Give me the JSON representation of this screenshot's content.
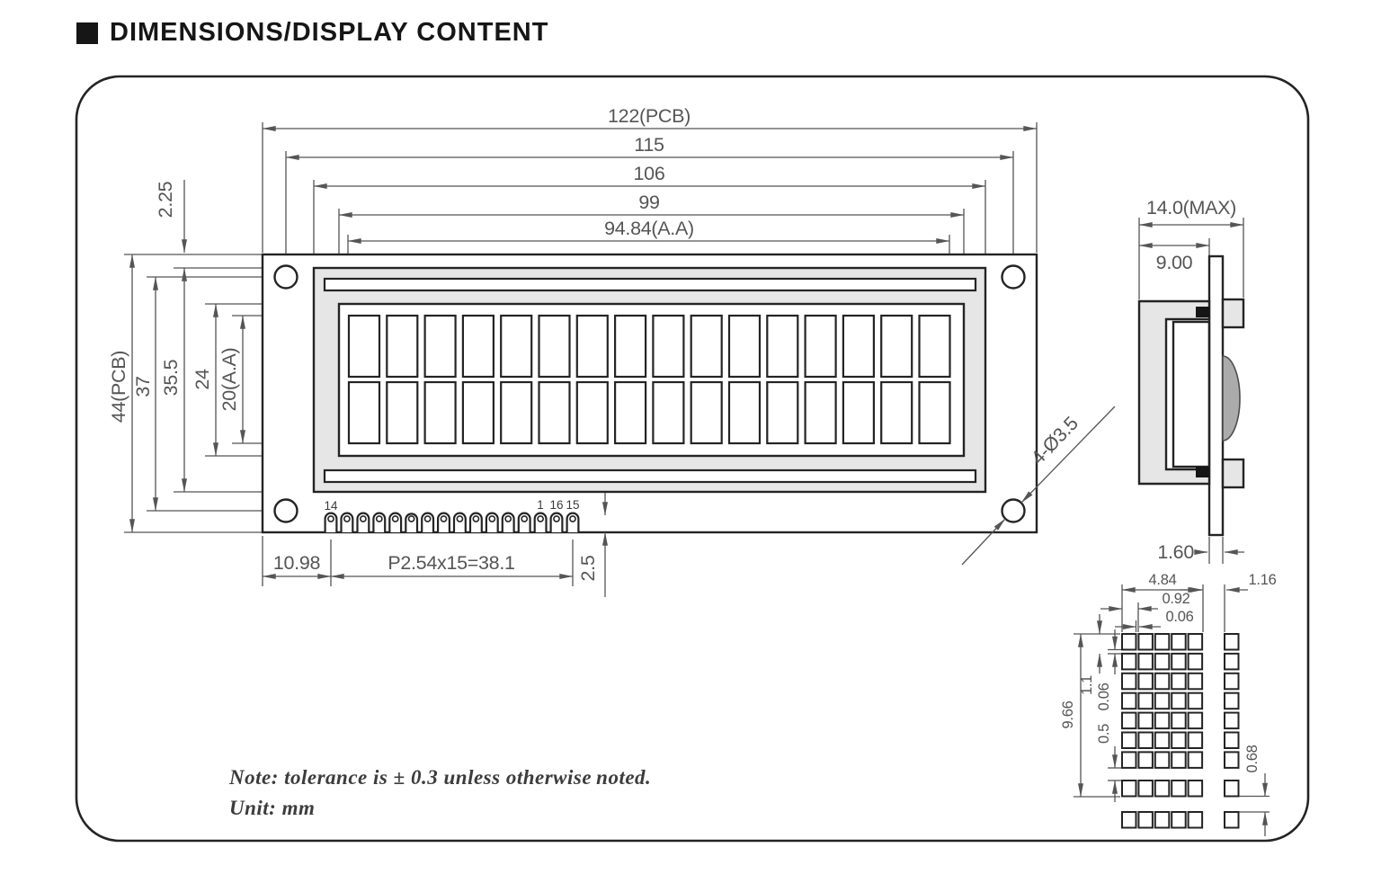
{
  "header": {
    "title": "DIMENSIONS/DISPLAY CONTENT"
  },
  "front_view": {
    "dims_top": {
      "pcb_width": "122(PCB)",
      "hole_span": "115",
      "bezel_width": "106",
      "window_width": "99",
      "active_area_width": "94.84(A.A)"
    },
    "dims_left": {
      "bezel_offset": "2.25",
      "pcb_height": "44(PCB)",
      "hole_span": "37",
      "bezel_height": "35.5",
      "window_height": "24",
      "active_area_height": "20(A.A)"
    },
    "dims_bottom": {
      "pin_offset": "10.98",
      "pin_pitch": "P2.54x15=38.1",
      "pin_edge_distance": "2.5"
    },
    "hole_callout": "4-Ø3.5",
    "display": {
      "columns": 16,
      "rows": 2
    },
    "pins": {
      "count": 16,
      "labels": [
        {
          "text": "14",
          "pin": 1
        },
        {
          "text": "1",
          "pin": 14
        },
        {
          "text": "16",
          "pin": 15
        },
        {
          "text": "15",
          "pin": 16
        }
      ]
    }
  },
  "side_view": {
    "dims": {
      "total_depth": "14.0(MAX)",
      "module_depth": "9.00",
      "pcb_thickness": "1.60"
    }
  },
  "char_detail": {
    "dims": {
      "char_width": "4.84",
      "dot_pitch_x": "0.92",
      "dot_gap_x": "0.06",
      "char_gap_x": "1.16",
      "char_height": "9.66",
      "dot_pitch_y": "1.1",
      "dot_gap_y": "0.06",
      "block_gap_y": "0.5",
      "row_gap_y": "0.68"
    },
    "grid": {
      "cols": 5,
      "rows": 7,
      "extra_rows": 2,
      "extra_cols": 1
    }
  },
  "notes": {
    "tolerance": "Note: tolerance is ± 0.3 unless otherwise noted.",
    "unit": "Unit: mm"
  },
  "colors": {
    "line": "#242424",
    "dim": "#555555",
    "bezel_fill": "#e6e6e6",
    "blob_fill": "#ababab"
  }
}
